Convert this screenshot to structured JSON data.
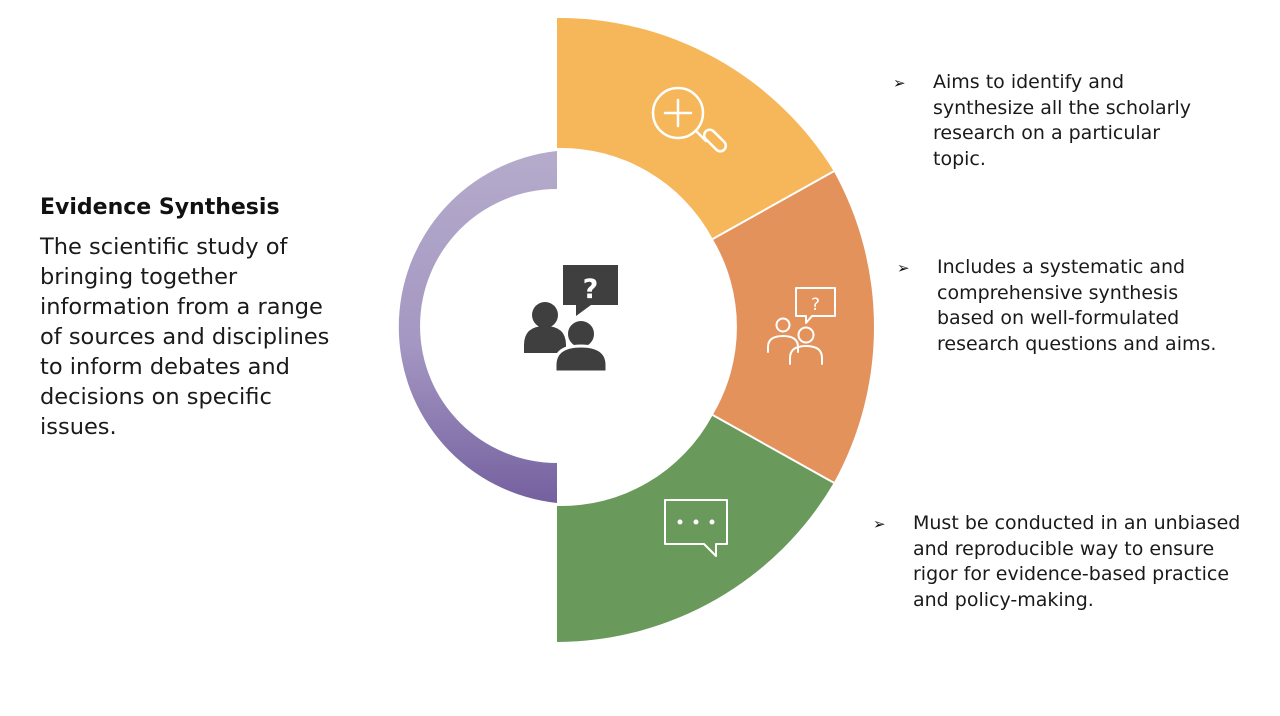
{
  "left": {
    "title": "Evidence Synthesis",
    "body": "The scientific study of bringing together information from a range of sources and disciplines to inform debates and decisions on specific issues."
  },
  "bullets": [
    {
      "marker": "➢",
      "text": "Aims to identify and synthesize all the scholarly research on a particular topic."
    },
    {
      "marker": "➢",
      "text": "Includes a systematic and comprehensive synthesis based on well-formulated research questions and aims."
    },
    {
      "marker": "➢",
      "text": "Must be conducted in an unbiased and reproducible way to ensure rigor for evidence-based practice and policy-making."
    }
  ],
  "diagram": {
    "center_icon": "people-question-icon",
    "segments": [
      {
        "icon": "magnify-plus-icon",
        "color": "#F6B75A"
      },
      {
        "icon": "people-question-icon",
        "color": "#E3925C"
      },
      {
        "icon": "speech-bubble-dots-icon",
        "color": "#6A9A5B"
      }
    ],
    "ring_color_top": "#B5ABCB",
    "ring_color_bottom": "#74609F"
  }
}
